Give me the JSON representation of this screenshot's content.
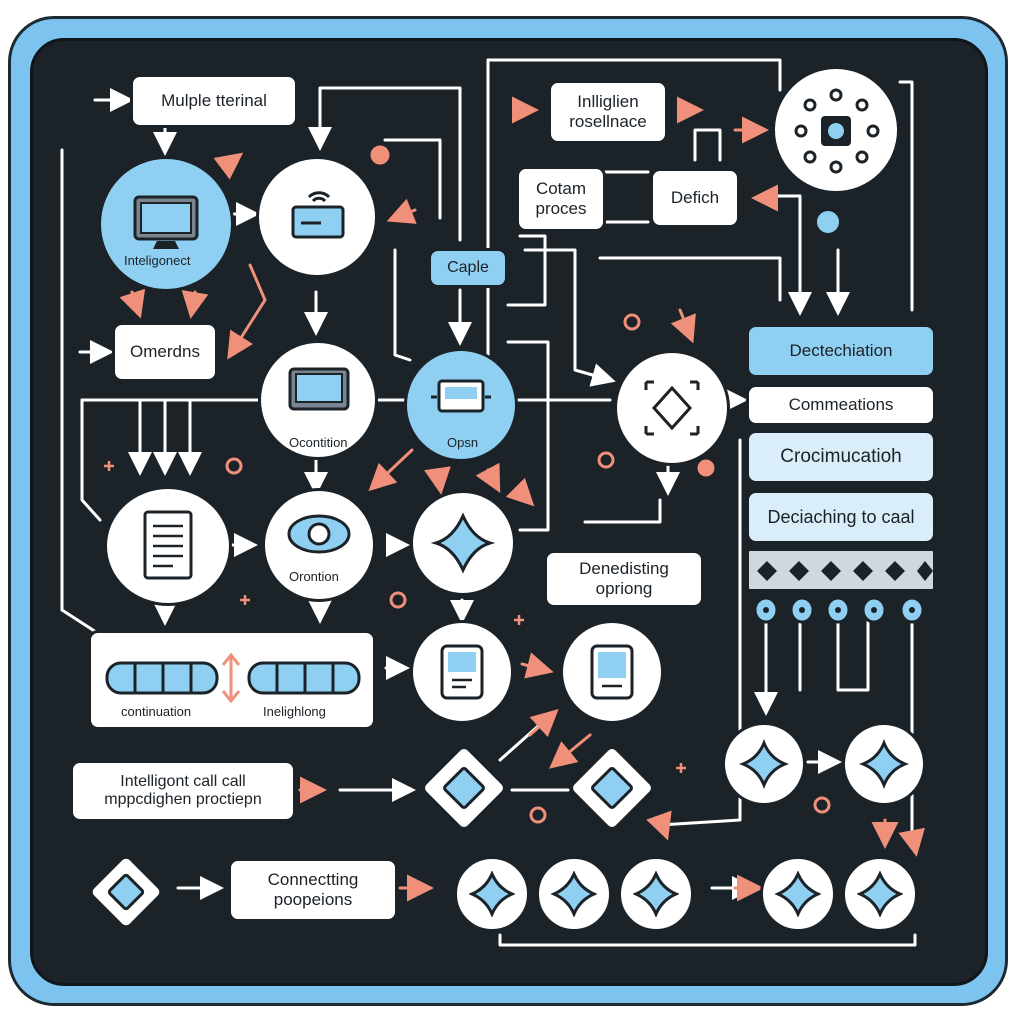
{
  "colors": {
    "frame": "#7cc4ef",
    "board": "#1b2228",
    "accent_blue": "#8fd0f2",
    "accent_orange": "#f0907a",
    "wire": "#ffffff"
  },
  "icons": [
    "monitor-icon",
    "card-icon",
    "document-icon",
    "eye-icon",
    "tablet-icon",
    "gear-icon",
    "diamond-icon"
  ],
  "boxes": {
    "multiple_terminal": "Mulple tterinal",
    "intelligent_resolution": "Inlliglien rosellnace",
    "cotam_process": "Cotam proces",
    "defich": "Defich",
    "caple": "Caple",
    "omerdns": "Omerdns",
    "decteschiation": "Dectechiation",
    "connections": "Commeations",
    "crocimucation": "Crocimucatioh",
    "deciaching_to_caal": "Deciaching to caal",
    "denedisting_opriong": "Denedisting opriong",
    "intelligent_call": "Intelligont call call mppcdighen proctiepn",
    "connecting_pooepions": "Connectting poopeions"
  },
  "nodes": {
    "inteligonect": "Inteligonect",
    "ocontiton": "Ocontition",
    "opsn": "Opsn",
    "orontion": "Orontion"
  },
  "chain_labels": {
    "continuation": "continuation",
    "inelightong": "Inelighlong"
  }
}
